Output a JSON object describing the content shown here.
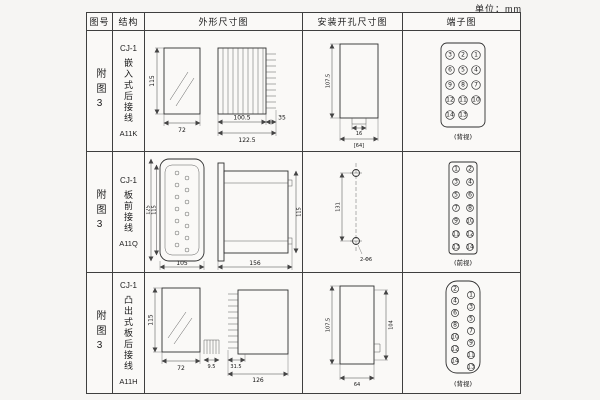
{
  "unit_label": "单位：mm",
  "table": {
    "headers": [
      "图号",
      "结构",
      "外形尺寸图",
      "安装开孔尺寸图",
      "端子图"
    ],
    "rows": [
      {
        "fig_no": "附图3",
        "model": "CJ-1",
        "desc": "嵌入式后接线",
        "code": "A11K",
        "outline": {
          "front_h": "115",
          "front_w": "72",
          "body_d": "100.5",
          "pin_d": "35",
          "total_d": "122.5"
        },
        "mount": {
          "cut_h": "107.5",
          "tab_w": "16",
          "cut_w": "[64]"
        },
        "terminal": {
          "view": "(背视)",
          "labels": [
            "3",
            "2",
            "1",
            "6",
            "5",
            "4",
            "9",
            "8",
            "7",
            "12",
            "11",
            "10",
            "14",
            "13"
          ]
        }
      },
      {
        "fig_no": "附图3",
        "model": "CJ-1",
        "desc": "板前接线",
        "code": "A11Q",
        "outline": {
          "outer_h": "125",
          "inner_h": "115",
          "front_w": "105",
          "total_d": "156",
          "side_h": "115"
        },
        "mount": {
          "hole_span": "131",
          "hole_label": "2-Φ6"
        },
        "terminal": {
          "view": "(前视)",
          "labels": [
            "1",
            "2",
            "3",
            "4",
            "5",
            "6",
            "7",
            "8",
            "9",
            "10",
            "11",
            "12",
            "13",
            "14"
          ]
        }
      },
      {
        "fig_no": "附图3",
        "model": "CJ-1",
        "desc": "凸出式板后接线",
        "code": "A11H",
        "outline": {
          "front_h": "115",
          "front_w": "72",
          "pin_pitch": "9.5",
          "pin_d": "31.5",
          "total_d": "126"
        },
        "mount": {
          "cut_h": "107.5",
          "inner_h": "104",
          "cut_w": "64"
        },
        "terminal": {
          "view": "(背视)",
          "labels": [
            "2",
            "1",
            "4",
            "3",
            "6",
            "5",
            "8",
            "7",
            "10",
            "9",
            "12",
            "11",
            "14",
            "13"
          ]
        }
      }
    ]
  }
}
